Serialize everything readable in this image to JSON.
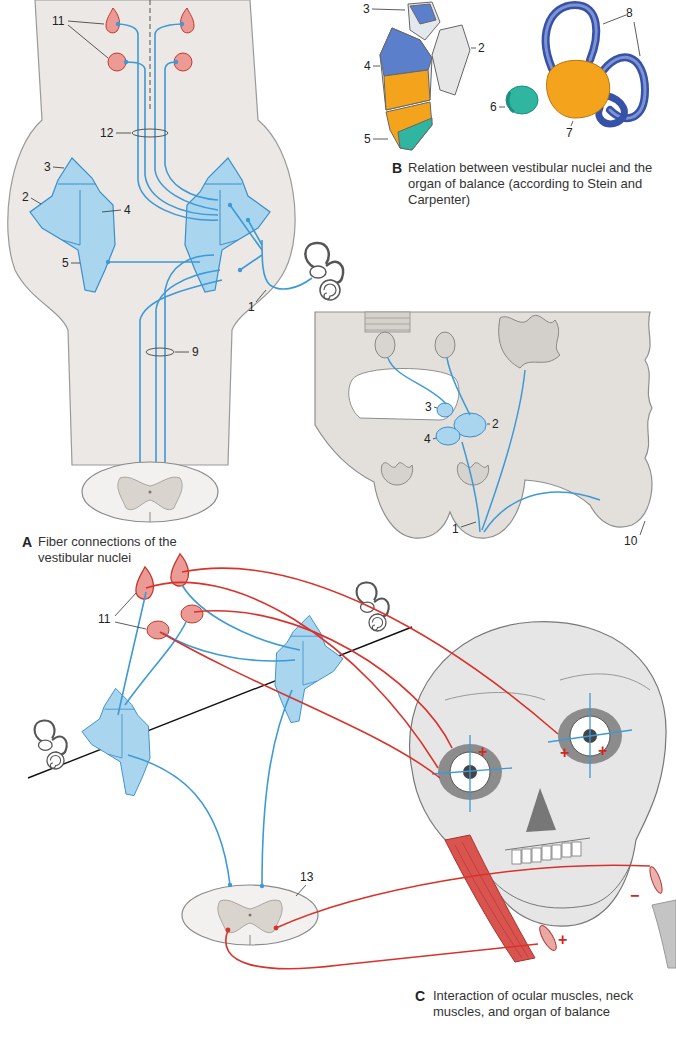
{
  "diagram": {
    "labels": [
      "11",
      "12",
      "3",
      "2",
      "4",
      "5",
      "1",
      "9",
      "3",
      "2",
      "4",
      "5",
      "8",
      "6",
      "7",
      "3",
      "2",
      "4",
      "1",
      "10",
      "11",
      "13",
      "+",
      "+",
      "+",
      "+",
      "−",
      "A",
      "Fiber connections of the vestibular nuclei",
      "B",
      "Relation between vestibular nuclei and the organ of balance (according to Stein and Carpenter)",
      "C",
      "Interaction of ocular muscles, neck muscles, and organ of balance"
    ]
  }
}
